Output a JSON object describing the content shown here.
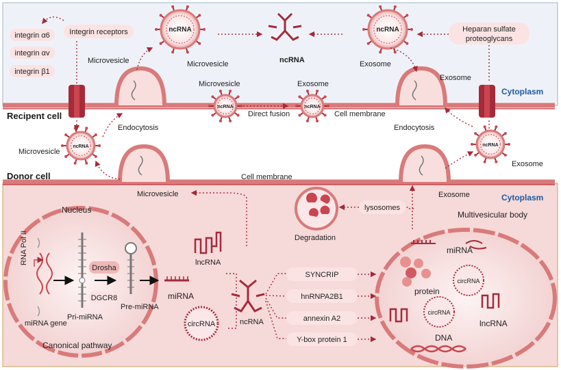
{
  "regions": {
    "recipient_cell": "Recipent cell",
    "donor_cell": "Donor cell",
    "cytoplasm_top": "Cytoplasm",
    "cytoplasm_bottom": "Cytoplasm"
  },
  "top": {
    "integrins": [
      "integrin α6",
      "integrin αv",
      "integrin β1"
    ],
    "integrin_receptors": "Integrin receptors",
    "heparan": [
      "Heparan sulfate",
      "proteoglycans"
    ],
    "microvesicle_left": "Microvesicle",
    "microvesicle_center": "Microvesicle",
    "ncrna_center": "ncRNA",
    "exosome_right": "Exosome",
    "microvesicle_mid": "Microvesicle",
    "exosome_mid": "Exosome",
    "direct_fusion": "Direct fusion",
    "cell_membrane_top": "Cell membrane",
    "exosome_right_mid": "Exosome",
    "endocytosis_left": "Endocytosis",
    "endocytosis_right": "Endocytosis"
  },
  "middle": {
    "microvesicle_left": "Microvesicle",
    "exosome_right": "Exosome",
    "cell_membrane": "Cell membrane"
  },
  "vesicle_label": "ncRNA",
  "bottom": {
    "microvesicle": "Microvesicle",
    "exosome": "Exosome",
    "lysosomes": "lysosomes",
    "degradation": "Degradation",
    "multivesicular_body": "Multivesicular body",
    "nucleus": "Nucleus",
    "rna_pol": "RNA Pol II",
    "mirna_gene": "miRNA gene",
    "pri_mirna": "Pri-miRNA",
    "pre_mirna": "Pre-miRNA",
    "drosha": "Drosha",
    "dgcr8": "DGCR8",
    "mirna": "miRNA",
    "circrna": "circRNA",
    "lncrna": "lncRNA",
    "ncrna": "ncRNA",
    "canonical": "Canonical pathway",
    "proteins": [
      "SYNCRIP",
      "hnRNPA2B1",
      "annexin A2",
      "Y-box protein 1"
    ],
    "mvb": {
      "mirna": "miRNA",
      "protein": "protein",
      "circrna1": "circRNA",
      "circrna2": "circRNA",
      "lncrna": "lncRNA",
      "dna": "DNA"
    }
  },
  "colors": {
    "top_bg": "#eef2f8",
    "bottom_bg": "#f6d9d9",
    "membrane": "#d97a7a",
    "dark_red": "#a52a3a",
    "accent_blue": "#1e5aa0"
  }
}
